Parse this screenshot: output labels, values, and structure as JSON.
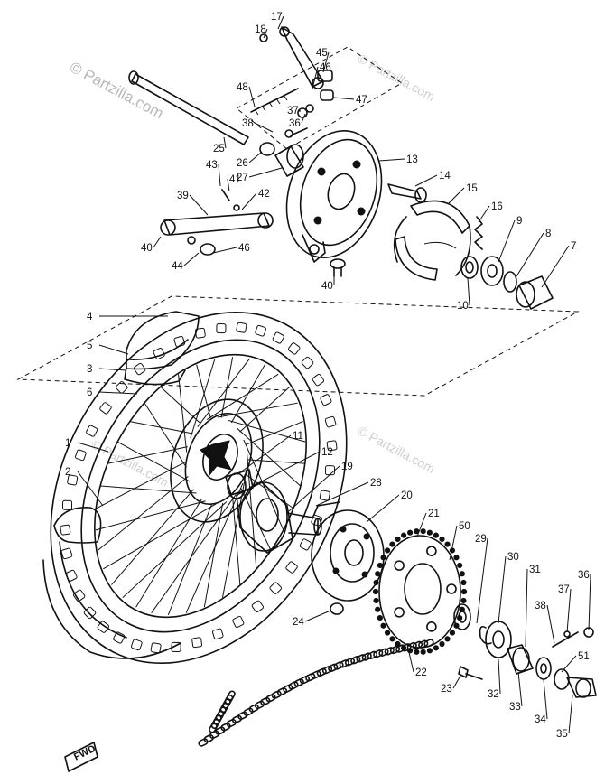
{
  "watermark": {
    "main": "© Partzilla.com",
    "faint": "© Partzilla.com"
  },
  "direction_marker": "FWD",
  "callouts": [
    "17",
    "18",
    "45",
    "48",
    "46",
    "47",
    "37",
    "36",
    "38",
    "25",
    "26",
    "27",
    "13",
    "43",
    "41",
    "14",
    "15",
    "16",
    "39",
    "42",
    "9",
    "8",
    "7",
    "40",
    "44",
    "46",
    "40",
    "10",
    "4",
    "5",
    "3",
    "6",
    "1",
    "11",
    "12",
    "19",
    "2",
    "28",
    "20",
    "21",
    "50",
    "29",
    "30",
    "31",
    "36",
    "37",
    "38",
    "51",
    "24",
    "22",
    "23",
    "32",
    "33",
    "34",
    "35"
  ]
}
